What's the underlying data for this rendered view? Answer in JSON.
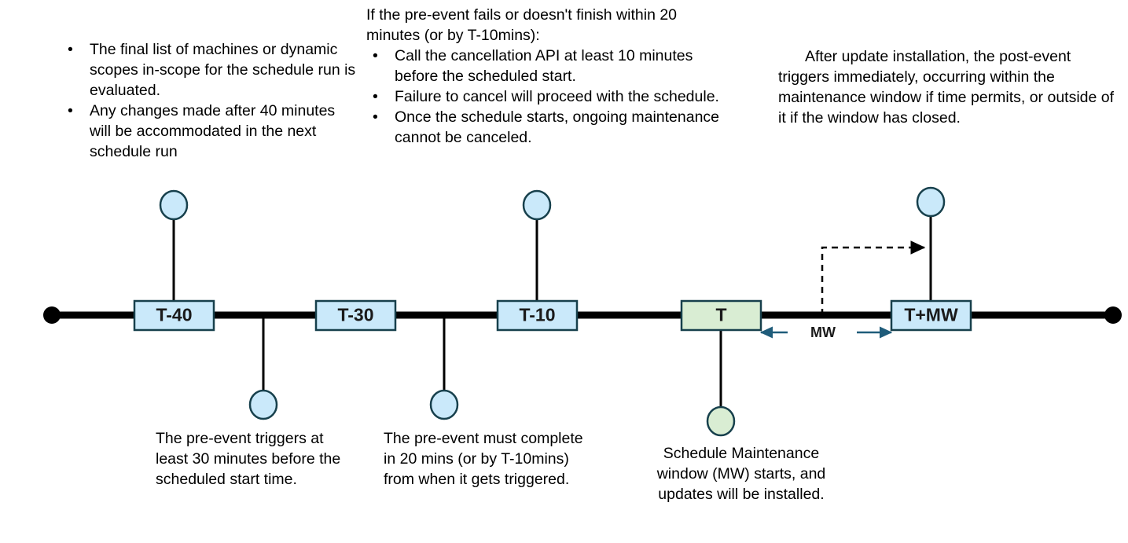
{
  "diagram": {
    "title_present": false,
    "colors": {
      "box_blue_fill": "#CAE9FA",
      "box_blue_stroke": "#17404C",
      "box_green_fill": "#D9EDD3",
      "box_green_stroke": "#17404C",
      "circle_blue_fill": "#CAE9FA",
      "circle_green_fill": "#D9EDD3",
      "node_stroke": "#17404C",
      "timeline_black": "#000000",
      "mw_arrow_teal": "#1F5C7A",
      "text_black": "#000000"
    },
    "timeline": {
      "start_cap": "dot",
      "end_cap": "dot",
      "nodes": [
        {
          "id": "t-minus-40",
          "label": "T-40",
          "style": "blue"
        },
        {
          "id": "t-minus-30",
          "label": "T-30",
          "style": "blue"
        },
        {
          "id": "t-minus-10",
          "label": "T-10",
          "style": "blue"
        },
        {
          "id": "t",
          "label": "T",
          "style": "green"
        },
        {
          "id": "t-plus-mw",
          "label": "T+MW",
          "style": "blue"
        }
      ],
      "span_label": "MW",
      "span_from": "T",
      "span_to": "T+MW"
    }
  },
  "notes": {
    "left": {
      "items": [
        "The final list of machines or dynamic scopes in-scope for the schedule run is evaluated.",
        "Any changes made after 40 minutes will be accommodated in the next schedule run"
      ],
      "bullet": "•"
    },
    "middle": {
      "lead": "If the pre-event fails or doesn't finish within 20 minutes (or by T-10mins):",
      "items": [
        "Call the cancellation API at least 10 minutes before the scheduled start.",
        "Failure to cancel will proceed with the schedule.",
        "Once the schedule starts, ongoing maintenance cannot be canceled."
      ],
      "bullet": "•"
    },
    "right": {
      "text": "After update installation, the post-event triggers immediately, occurring within the maintenance window if time permits, or outside of it if the window has closed."
    }
  },
  "captions": {
    "pre_event_trigger": "The pre-event triggers at least 30 minutes before the scheduled start time.",
    "pre_event_complete": "The pre-event must complete in 20 mins (or by T-10mins) from when it gets triggered.",
    "maintenance_window": "Schedule Maintenance window (MW) starts, and updates will be installed."
  }
}
